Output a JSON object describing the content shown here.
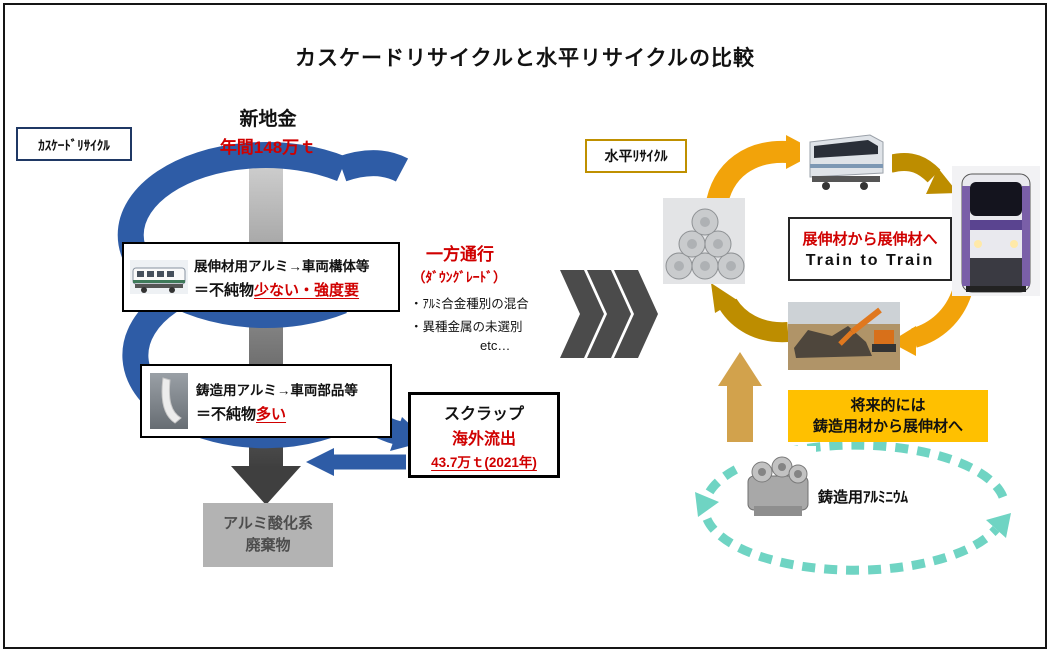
{
  "title": "カスケードリサイクルと水平リサイクルの比較",
  "cascade": {
    "label": "ｶｽｹｰﾄﾞﾘｻｲｸﾙ",
    "ingot": {
      "name": "新地金",
      "amount": "年間148万ｔ"
    },
    "wrought_box": {
      "line1": "展伸材用アルミ→車両構体等",
      "line2_black": "＝不純物",
      "line2_red": "少ない・強度要"
    },
    "one_way": {
      "line1": "一方通行",
      "line2": "（ﾀﾞｳﾝｸﾞﾚｰﾄﾞ）",
      "bullet1": "・ｱﾙﾐ合金種別の混合",
      "bullet2": "・異種金属の未選別",
      "etc": "etc…"
    },
    "cast_box": {
      "line1": "鋳造用アルミ→車両部品等",
      "line2_black": "＝不純物",
      "line2_red": "多い"
    },
    "scrap_box": {
      "line1": "スクラップ",
      "line2": "海外流出",
      "line3": "43.7万ｔ(2021年)"
    },
    "waste_box": {
      "line1": "アルミ酸化系",
      "line2": "廃棄物"
    }
  },
  "horizontal": {
    "label": "水平ﾘｻｲｸﾙ",
    "train_box": {
      "line1": "展伸材から展伸材へ",
      "line2": "Train to Train"
    },
    "future_box": {
      "line1": "将来的には",
      "line2": "鋳造用材から展伸材へ"
    },
    "cast_label": "鋳造用ｱﾙﾐﾆｳﾑ"
  },
  "colors": {
    "spiral_blue": "#2e5ca6",
    "accent_red": "#d00000",
    "cycle_orange": "#f2a30a",
    "cycle_gold": "#bd8d00",
    "up_arrow_tan": "#d2a24c",
    "cast_cycle_teal": "#6fd4c3",
    "future_yellow": "#ffc000",
    "down_arrow_gray": "#3f3f3f",
    "cascade_border_navy": "#1f3864",
    "horizontal_border_gold": "#bf9000"
  }
}
